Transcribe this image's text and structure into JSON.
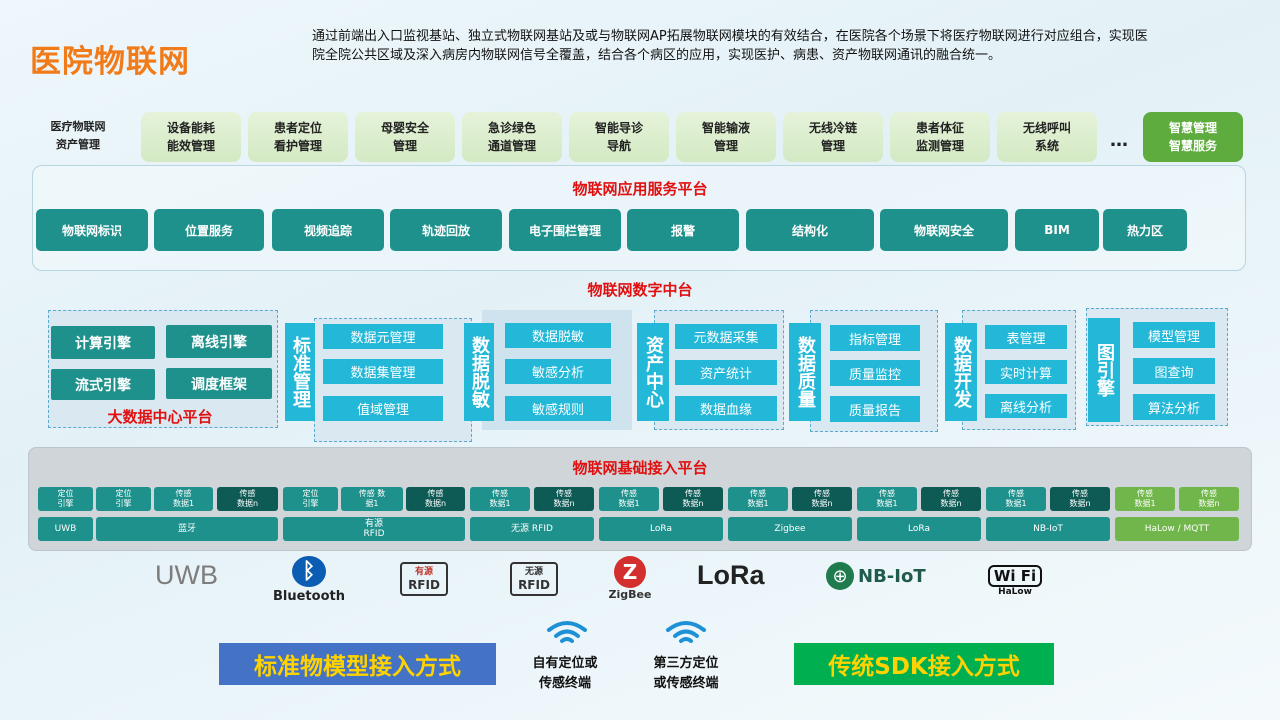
{
  "title": "医院物联网",
  "intro": "通过前端出入口监视基站、独立式物联网基站及或与物联网AP拓展物联网模块的有效结合，在医院各个场景下将医疗物联网进行对应组合，实现医院全院公共区域及深入病房内物联网信号全覆盖，结合各个病区的应用，实现医护、病患、资产物联网通讯的融合统一。",
  "scenes": {
    "label": "医疗物联网\n资产管理",
    "items": [
      "设备能耗\n能效管理",
      "患者定位\n看护管理",
      "母婴安全\n管理",
      "急诊绿色\n通道管理",
      "智能导诊\n导航",
      "智能输液\n管理",
      "无线冷链\n管理",
      "患者体征\n监测管理",
      "无线呼叫\n系统"
    ],
    "ellipsis": "…",
    "smart": "智慧管理\n智慧服务"
  },
  "app_platform": {
    "title": "物联网应用服务平台",
    "services": [
      "物联网标识",
      "位置服务",
      "视频追踪",
      "轨迹回放",
      "电子围栏管理",
      "报警",
      "结构化",
      "物联网安全",
      "BIM",
      "热力区"
    ]
  },
  "digital_platform": {
    "title": "物联网数字中台",
    "bigdata": {
      "engines": [
        "计算引擎",
        "离线引擎",
        "流式引擎",
        "调度框架"
      ],
      "label": "大数据中心平台"
    },
    "modules": [
      {
        "name": "标准管理",
        "items": [
          "数据元管理",
          "数据集管理",
          "值域管理"
        ]
      },
      {
        "name": "数据脱敏",
        "items": [
          "数据脱敏",
          "敏感分析",
          "敏感规则"
        ]
      },
      {
        "name": "资产中心",
        "items": [
          "元数据采集",
          "资产统计",
          "数据血缘"
        ]
      },
      {
        "name": "数据质量",
        "items": [
          "指标管理",
          "质量监控",
          "质量报告"
        ]
      },
      {
        "name": "数据开发",
        "items": [
          "表管理",
          "实时计算",
          "离线分析"
        ]
      },
      {
        "name": "图引擎",
        "items": [
          "模型管理",
          "图查询",
          "算法分析"
        ]
      }
    ]
  },
  "base_platform": {
    "title": "物联网基础接入平台",
    "cells": [
      "定位\n引擎",
      "定位\n引擎",
      "传感\n数据1",
      "传感\n数据n",
      "定位\n引擎",
      "传感 数\n据1",
      "传感\n数据n",
      "传感\n数据1",
      "传感\n数据n",
      "传感\n数据1",
      "传感\n数据n",
      "传感\n数据1",
      "传感\n数据n",
      "传感\n数据1",
      "传感\n数据n",
      "传感\n数据1",
      "传感\n数据n",
      "传感\n数据1",
      "传感\n数据n"
    ],
    "protocols": [
      "UWB",
      "蓝牙",
      "有源\nRFID",
      "无源 RFID",
      "LoRa",
      "Zigbee",
      "LoRa",
      "NB-IoT",
      "HaLow / MQTT"
    ]
  },
  "logos": {
    "uwb": "UWB",
    "bluetooth": "Bluetooth",
    "rfid_active_sub": "有源",
    "rfid_active": "RFID",
    "rfid_passive_sub": "无源",
    "rfid_passive": "RFID",
    "zigbee": "ZigBee",
    "lora": "LoRa",
    "nbiot": "NB-IoT",
    "wifi": "Wi Fi",
    "halow": "HaLow"
  },
  "bottom": {
    "standard_banner": "标准物模型接入方式",
    "own_terminal": "自有定位或\n传感终端",
    "third_terminal": "第三方定位\n或传感终端",
    "sdk_banner": "传统SDK接入方式",
    "colors": {
      "blue_banner": "#4472c4",
      "green_banner": "#00b050",
      "standard_text": "#ffd200",
      "sdk_text": "#ffd200"
    }
  }
}
